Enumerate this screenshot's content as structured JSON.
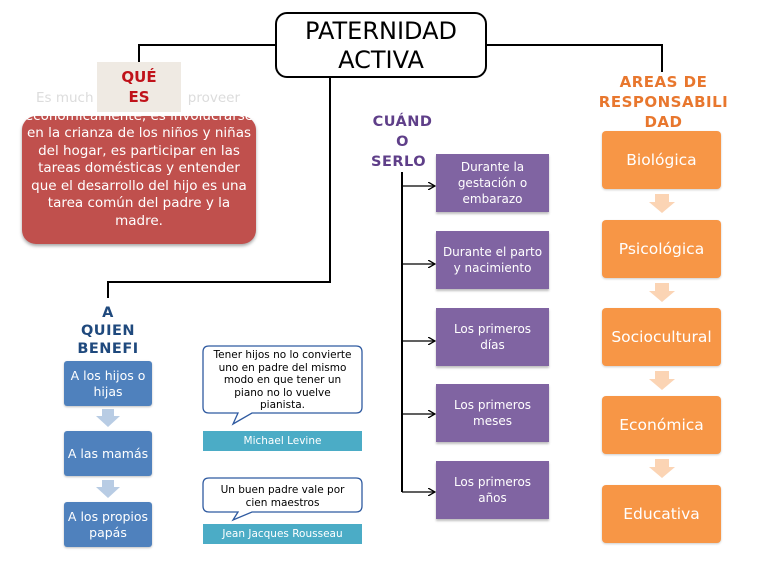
{
  "title": {
    "line1": "PATERNIDAD",
    "line2": "ACTIVA"
  },
  "que": {
    "label_line1": "QUÉ",
    "label_line2": "ES",
    "text_first_left": "Es much",
    "text_first_right": "proveer",
    "text_rest": "económicamente, es involucrarse en la crianza de los niños y niñas del hogar, es participar en las tareas domésticas y entender que el desarrollo del hijo es una tarea común del padre y la madre."
  },
  "cuando": {
    "title_line1": "CUÁND",
    "title_line2": "O",
    "title_line3": "SERLO",
    "items": [
      "Durante la gestación o embarazo",
      "Durante el parto y nacimiento",
      "Los primeros días",
      "Los primeros meses",
      "Los primeros años"
    ]
  },
  "areas": {
    "title_line1": "AREAS DE",
    "title_line2": "RESPONSABILI",
    "title_line3": "DAD",
    "items": [
      "Biológica",
      "Psicológica",
      "Sociocultural",
      "Económica",
      "Educativa"
    ]
  },
  "quien": {
    "title_line1": "A",
    "title_line2": "QUIEN",
    "title_line3": "BENEFI",
    "items": [
      "A los hijos o hijas",
      "A las mamás",
      "A los propios papás"
    ]
  },
  "quotes": [
    {
      "text": "Tener hijos no lo convierte uno en padre del mismo modo en que tener un piano no lo vuelve pianista.",
      "author": "Michael Levine"
    },
    {
      "text": "Un buen padre vale por cien maestros",
      "author": "Jean Jacques Rousseau"
    }
  ],
  "colors": {
    "que_box": "#c0504d",
    "purple_box": "#8064a2",
    "orange_box": "#f79646",
    "blue_box": "#4f81bd",
    "author_bar": "#4bacc6",
    "arrow_orange": "#fbd4b4",
    "arrow_blue": "#b8cce4"
  }
}
